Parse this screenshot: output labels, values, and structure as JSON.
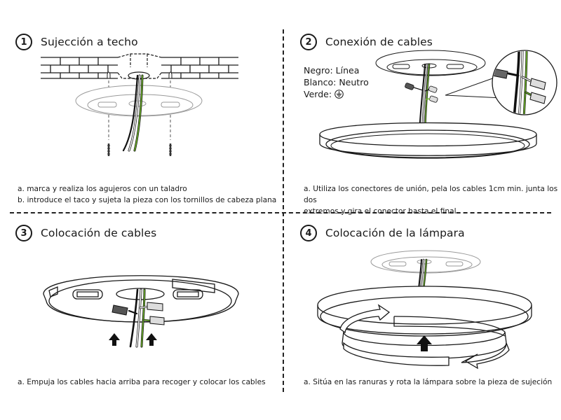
{
  "steps": [
    {
      "number": "1",
      "title": "Sujección a techo",
      "captions": [
        "a. marca y realiza los agujeros con un taladro",
        "b. introduce el taco y sujeta la pieza con los tornillos de cabeza plana"
      ]
    },
    {
      "number": "2",
      "title": "Conexión de cables",
      "legend": [
        {
          "label": "Negro: Línea"
        },
        {
          "label": "Blanco: Neutro"
        },
        {
          "label": "Verde:",
          "icon": "earth-ground-icon"
        }
      ],
      "captions": [
        "a. Utiliza los conectores de unión, pela los cables 1cm min. junta los dos",
        "extremos y gira el conector hasta el final"
      ]
    },
    {
      "number": "3",
      "title": "Colocación de cables",
      "captions": [
        "a. Empuja los cables hacia arriba para recoger y colocar los cables"
      ]
    },
    {
      "number": "4",
      "title": "Colocación de la lámpara",
      "captions": [
        "a. Sitúa en las ranuras y rota la lámpara sobre la pieza de sujeción"
      ]
    }
  ],
  "colors": {
    "line": "#1a1a1a",
    "wire_black": "#111111",
    "wire_white": "#ffffff",
    "wire_green": "#6fb52c",
    "ghost": "#9a9a9a"
  }
}
